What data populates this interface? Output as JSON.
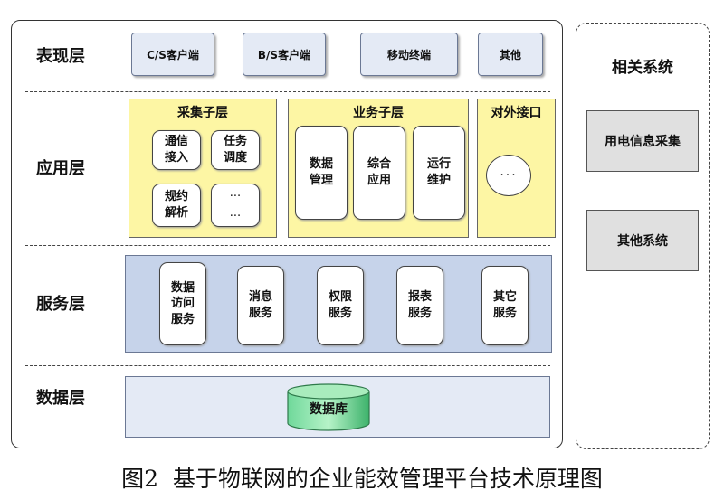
{
  "layers": {
    "presentation": "表现层",
    "application": "应用层",
    "service": "服务层",
    "data": "数据层"
  },
  "presentation_items": [
    "C/S客户端",
    "B/S客户端",
    "移动终端",
    "其他"
  ],
  "collection": {
    "title": "采集子层",
    "items": [
      "通信\n接入",
      "任务\n调度",
      "规约\n解析",
      "···\n..."
    ]
  },
  "business": {
    "title": "业务子层",
    "items": [
      "数据\n管理",
      "综合\n应用",
      "运行\n维护"
    ]
  },
  "external": {
    "title": "对外接口",
    "ellipsis": "···"
  },
  "services": [
    "数据\n访问\n服务",
    "消息\n服务",
    "权限\n服务",
    "报表\n服务",
    "其它\n服务"
  ],
  "database": "数据库",
  "related": {
    "title": "相关系统",
    "items": [
      "用电信息采集",
      "其他系统"
    ]
  },
  "caption": "图2  基于物联网的企业能效管理平台技术原理图"
}
